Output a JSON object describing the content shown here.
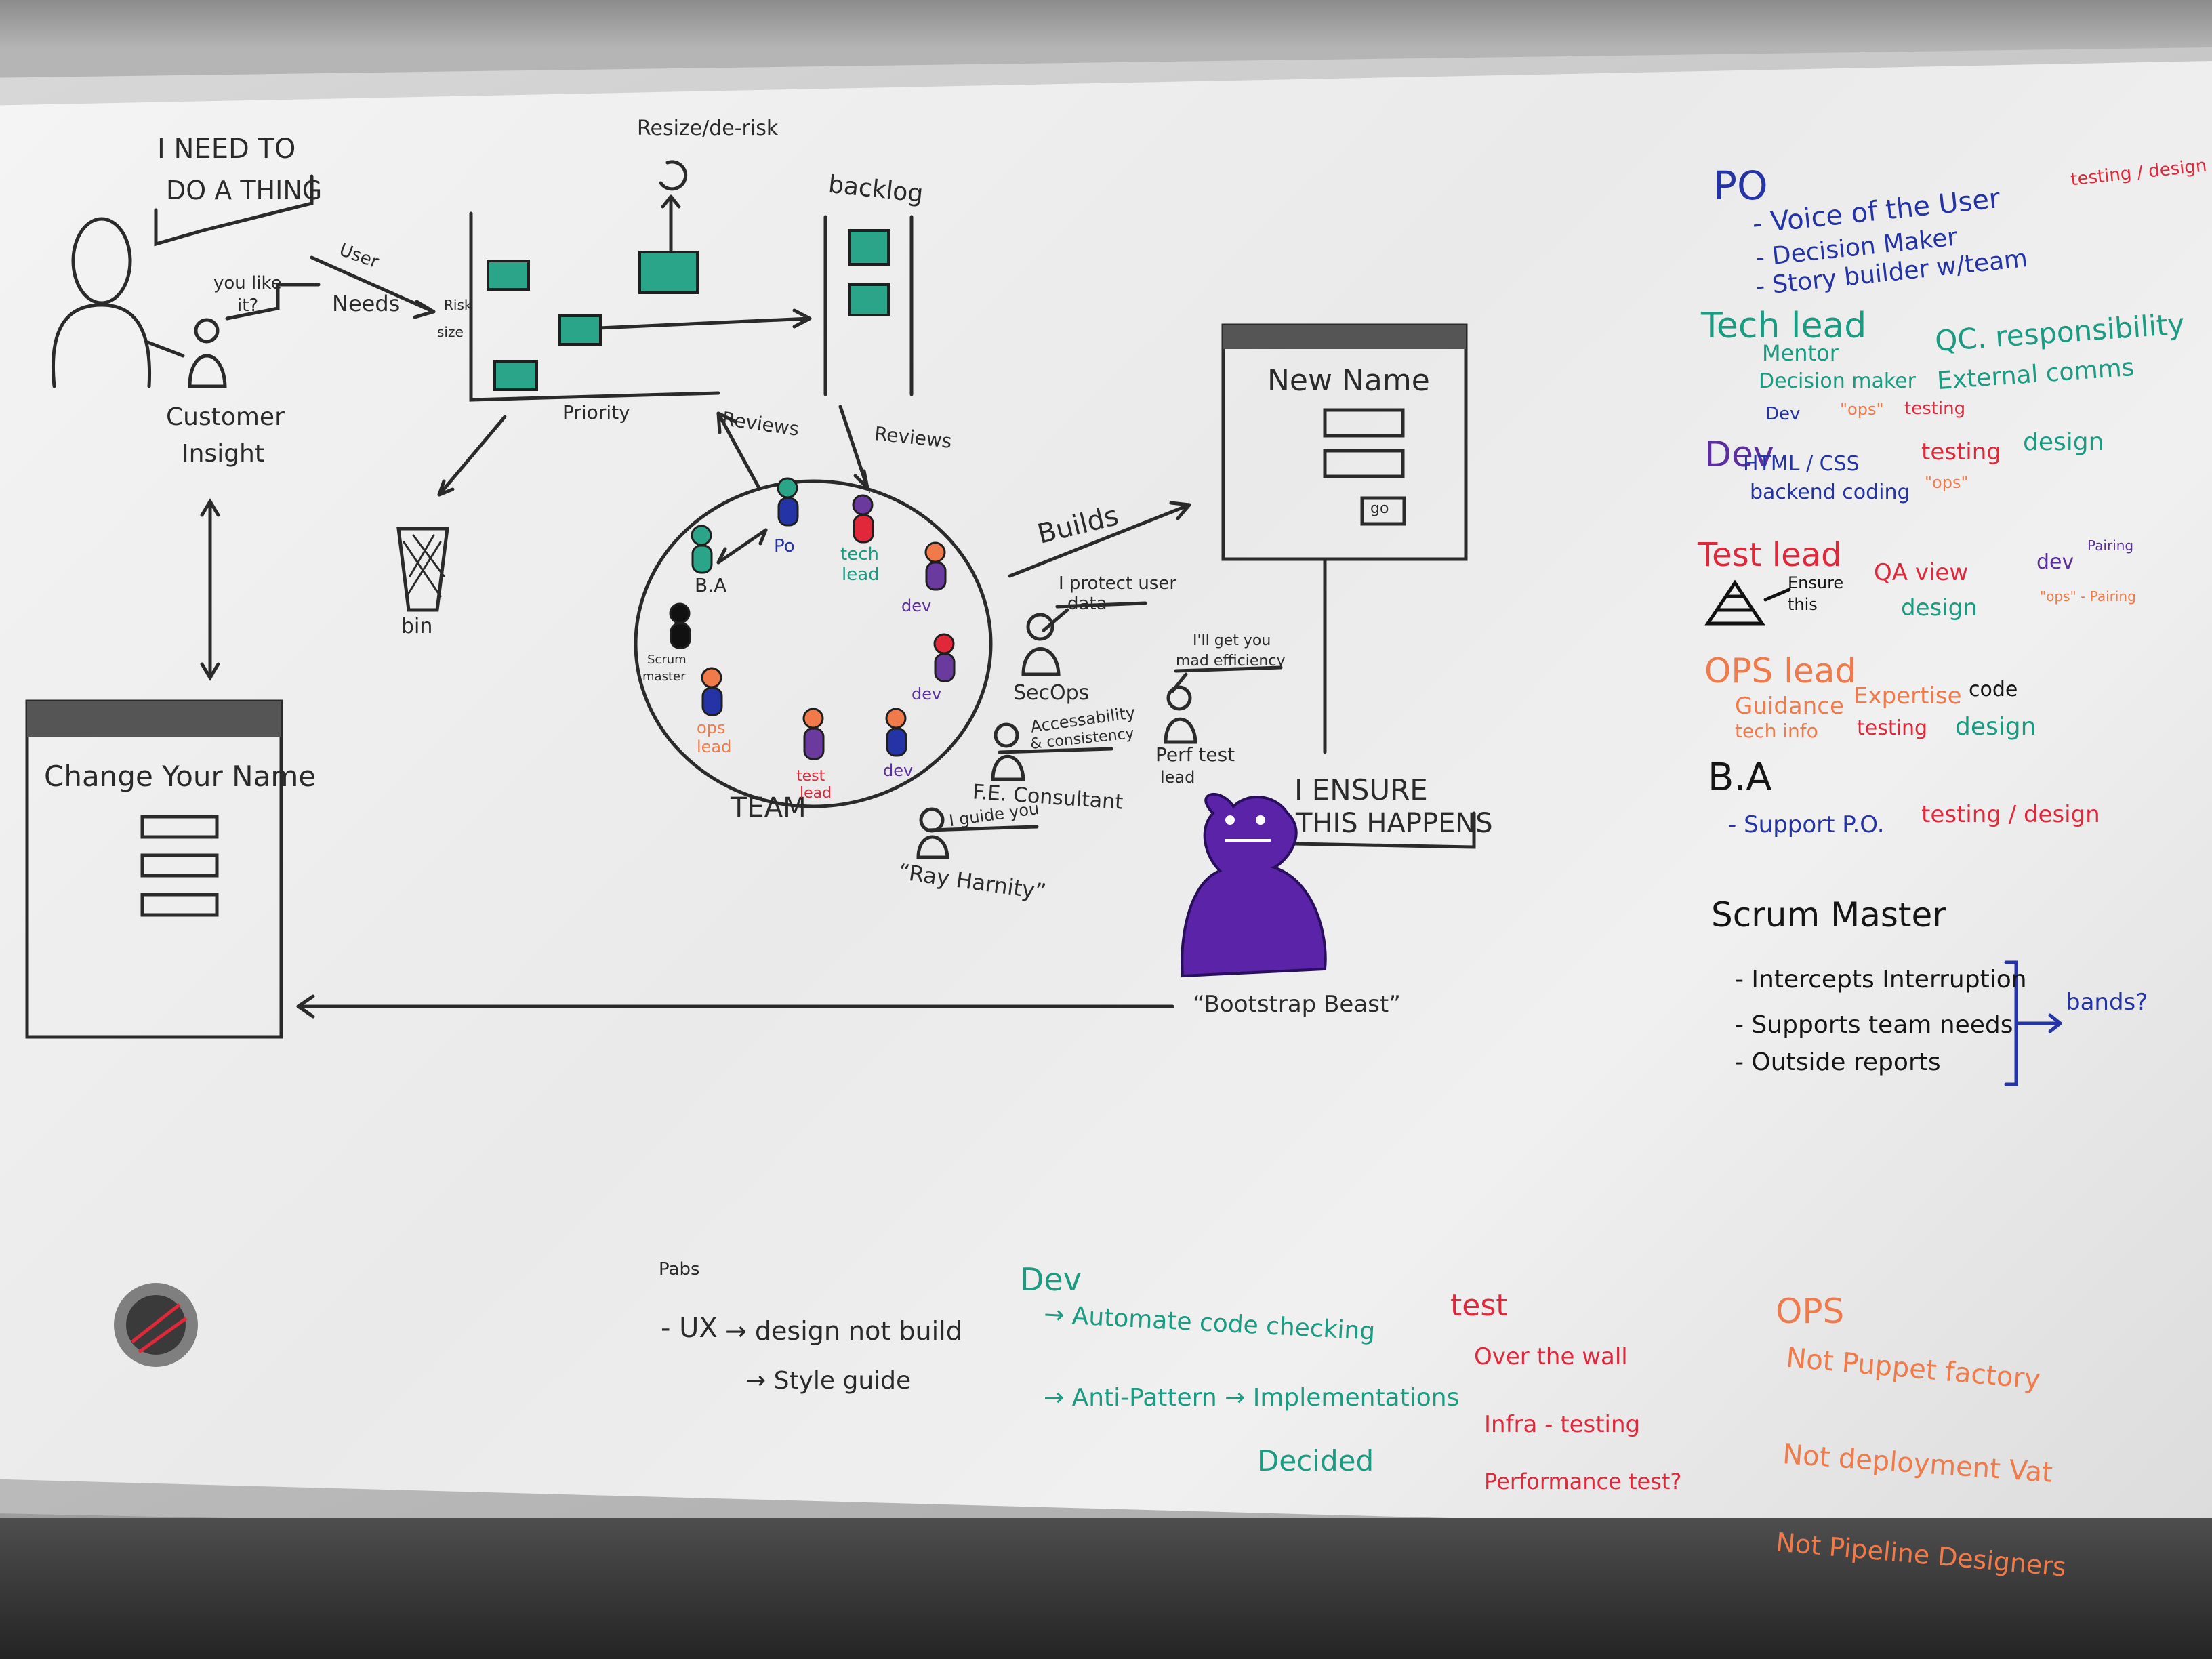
{
  "top_left": {
    "speech_line1": "I NEED TO",
    "speech_line2": "DO A THING",
    "small_bubble_1": "you like",
    "small_bubble_2": "it?",
    "user_1": "User",
    "user_2": "Needs",
    "risk_1": "Risk",
    "risk_2": "size",
    "customer_1": "Customer",
    "customer_2": "Insight",
    "resize": "Resize/de-risk",
    "backlog": "backlog",
    "priority": "Priority",
    "bin": "bin",
    "reviews_left": "Reviews",
    "reviews_right": "Reviews"
  },
  "team": {
    "label": "TEAM",
    "ba": "B.A",
    "po": "Po",
    "tech_lead_1": "tech",
    "tech_lead_2": "lead",
    "dev1": "dev",
    "dev2": "dev",
    "dev3": "dev",
    "scrum_1": "Scrum",
    "scrum_2": "master",
    "ops_1": "ops",
    "ops_2": "lead",
    "test_1": "test",
    "test_2": "lead"
  },
  "middle": {
    "builds": "Builds",
    "protect_1": "I protect user",
    "protect_2": "data",
    "secops": "SecOps",
    "access_1": "Accessability",
    "access_2": "& consistency",
    "fe": "F.E. Consultant",
    "guide": "I guide you",
    "ray": "“Ray Harnity”",
    "efficiency_1": "I'll get you",
    "efficiency_2": "mad efficiency",
    "perf_1": "Perf test",
    "perf_2": "lead",
    "ensure_1": "I ENSURE",
    "ensure_2": "THIS HAPPENS",
    "beast": "“Bootstrap Beast”"
  },
  "windows": {
    "new_name": "New Name",
    "go": "go",
    "change_name": "Change Your Name"
  },
  "roles": {
    "po_title": "PO",
    "po_testing": "testing / design",
    "po_1": "- Voice of the User",
    "po_2": "- Decision Maker",
    "po_3": "- Story builder w/team",
    "tech_title": "Tech lead",
    "tech_1": "Mentor",
    "tech_2": "Decision maker",
    "tech_3": "QC. responsibility",
    "tech_4": "External comms",
    "tech_dev": "Dev",
    "tech_ops": "\"ops\"",
    "tech_testing": "testing",
    "dev_title": "Dev",
    "dev_1": "HTML / CSS",
    "dev_2": "backend coding",
    "dev_testing": "testing",
    "dev_ops": "\"ops\"",
    "dev_design": "design",
    "test_title": "Test lead",
    "test_ensure_1": "Ensure",
    "test_ensure_2": "this",
    "test_qa": "QA view",
    "test_design": "design",
    "test_dev": "dev",
    "test_pairing_1": "Pairing",
    "test_pairing_2": "\"ops\" - Pairing",
    "ops_title": "OPS lead",
    "ops_1": "Guidance",
    "ops_2": "tech info",
    "ops_3": "Expertise",
    "ops_4": "testing",
    "ops_code": "code",
    "ops_design": "design",
    "ba_title": "B.A",
    "ba_1": "- Support P.O.",
    "ba_testing": "testing / design",
    "sm_title": "Scrum Master",
    "sm_1": "- Intercepts Interruption",
    "sm_2": "- Supports team needs",
    "sm_3": "- Outside reports",
    "sm_bands": "bands?"
  },
  "bottom": {
    "pabs": "Pabs",
    "ux": "- UX",
    "design_not_build": "→ design not build",
    "style_guide": "→ Style guide",
    "dev_title": "Dev",
    "dev_1": "→ Automate code checking",
    "dev_2": "→ Anti-Pattern → Implementations",
    "dev_3": "Decided",
    "test_title": "test",
    "test_1": "Over the wall",
    "test_2": "Infra - testing",
    "test_3": "Performance test?",
    "ops_title": "OPS",
    "ops_1": "Not Puppet factory",
    "ops_2": "Not deployment Vat",
    "ops_3": "Not Pipeline Designers"
  },
  "colors": {
    "teal": "#2aa58a",
    "blue": "#2433a6",
    "green": "#1a9b82",
    "red": "#e0283a",
    "orange": "#f07a4a",
    "purple": "#5b2f9e",
    "black": "#2a2a2a"
  }
}
